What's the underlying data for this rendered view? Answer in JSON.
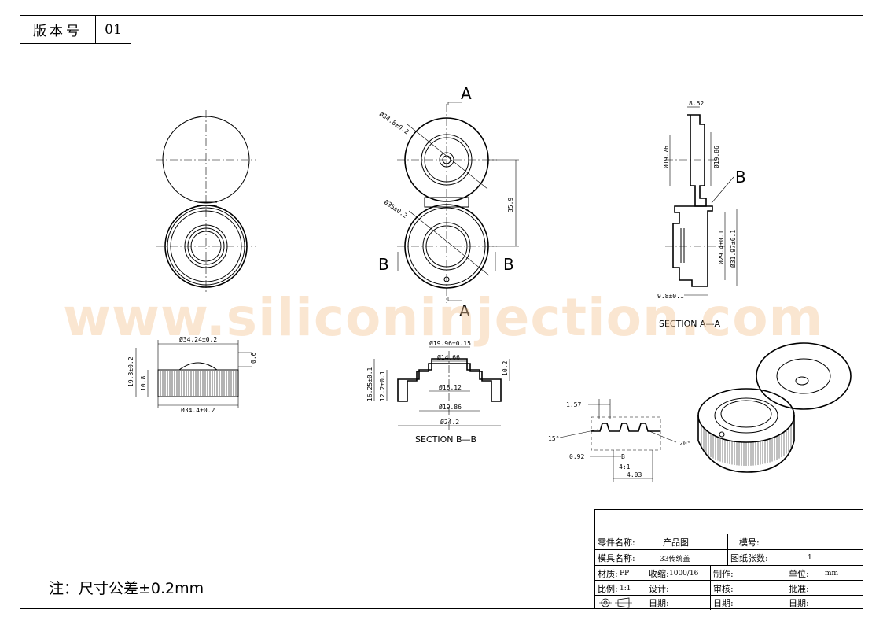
{
  "revision": {
    "label": "版本号",
    "value": "01"
  },
  "watermark": "www.siliconinjection.com",
  "view_labels": {
    "section_a": "A",
    "section_b": "B",
    "section_aa": "SECTION A—A",
    "section_bb": "SECTION B—B",
    "detail_b": "B",
    "detail_scale": "4:1"
  },
  "dimensions": {
    "top_dia1": "Ø34.8±0.2",
    "top_dia2": "Ø35±0.2",
    "top_len": "35.9",
    "front_w1": "Ø34.24±0.2",
    "front_w2": "Ø34.4±0.2",
    "front_h1": "19.3±0.2",
    "front_h2": "10.8",
    "front_t": "0.6",
    "bb_d1": "Ø19.96±0.15",
    "bb_d2": "Ø14.66",
    "bb_d3": "Ø18.12",
    "bb_d4": "Ø19.86",
    "bb_d5": "Ø24.2",
    "bb_h1": "16.25±0.1",
    "bb_h2": "12.2±0.1",
    "bb_h3": "10.2",
    "aa_t": "8.52",
    "aa_d1": "Ø19.76",
    "aa_d2": "Ø19.86",
    "aa_d3": "Ø29.4±0.1",
    "aa_d4": "Ø31.97±0.1",
    "aa_h": "9.8±0.1",
    "det_w": "1.57",
    "det_a1": "15°",
    "det_a2": "20°",
    "det_t": "0.92",
    "det_l": "4.03"
  },
  "note": "注：尺寸公差±0.2mm",
  "title_block": {
    "part_name_label": "零件名称:",
    "part_name": "产品图",
    "mold_no_label": "模号:",
    "mold_name_label": "模具名称:",
    "mold_name": "33传统盖",
    "sheets_label": "图纸张数:",
    "sheets": "1",
    "material_label": "材质:",
    "material": "PP",
    "shrink_label": "收缩:",
    "shrink": "1000/16",
    "made_label": "制作:",
    "unit_label": "单位:",
    "unit": "mm",
    "scale_label": "比例:",
    "scale": "1:1",
    "design_label": "设计:",
    "review_label": "审核:",
    "approve_label": "批准:",
    "date_label_1": "日期:",
    "date_label_2": "日期:",
    "date_label_3": "日期:"
  }
}
